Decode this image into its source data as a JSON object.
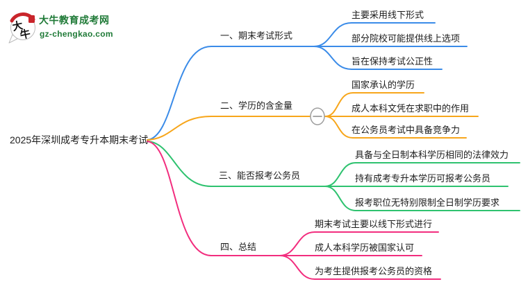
{
  "logo": {
    "title": "大牛教育成考网",
    "subtitle": "gz-chengkao.com",
    "brand_color": "#1F7A37",
    "seal_color": "#C9252B",
    "seal_char_top": "大",
    "seal_char_bottom": "牛"
  },
  "mindmap": {
    "root": "2025年深圳成考专升本期末考试",
    "collapse_button": {
      "symbol": "minus",
      "stroke": "#9E9E9E"
    },
    "branches": [
      {
        "label": "一、期末考试形式",
        "color": "#3A8BE8",
        "children": [
          "主要采用线下形式",
          "部分院校可能提供线上选项",
          "旨在保持考试公正性"
        ]
      },
      {
        "label": "二、学历的含金量",
        "color": "#F7A61B",
        "children": [
          "国家承认的学历",
          "成人本科文凭在求职中的作用",
          "在公务员考试中具备竞争力"
        ]
      },
      {
        "label": "三、能否报考公务员",
        "color": "#2EC26F",
        "children": [
          "具备与全日制本科学历相同的法律效力",
          "持有成考专升本学历可报考公务员",
          "报考职位无特别限制全日制学历要求"
        ]
      },
      {
        "label": "四、总结",
        "color": "#F22D7E",
        "children": [
          "期末考试主要以线下形式进行",
          "成人本科学历被国家认可",
          "为考生提供报考公务员的资格"
        ]
      }
    ]
  }
}
